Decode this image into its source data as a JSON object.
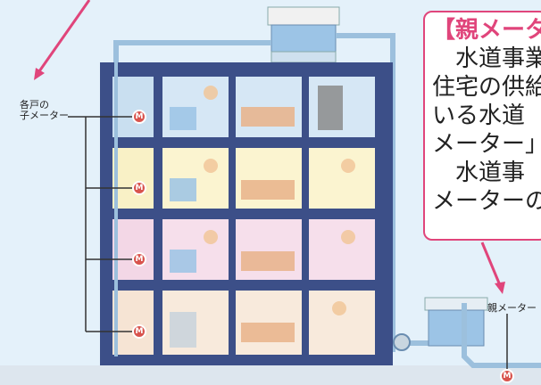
{
  "labels": {
    "child_meter_line1": "各戸の",
    "child_meter_line2": "子メーター",
    "parent_meter": "親メーター"
  },
  "callout": {
    "title": "【親メータ",
    "lines": [
      "　水道事業",
      "住宅の供給",
      "いる水道",
      "メーター」",
      "　水道事",
      "メーターの"
    ]
  },
  "meter_symbol": "M",
  "colors": {
    "background": "#e4f1fa",
    "building": "#3c4f88",
    "accent_pink": "#e0457b",
    "pipe": "#9cc0dd",
    "meter": "#d8534d"
  }
}
